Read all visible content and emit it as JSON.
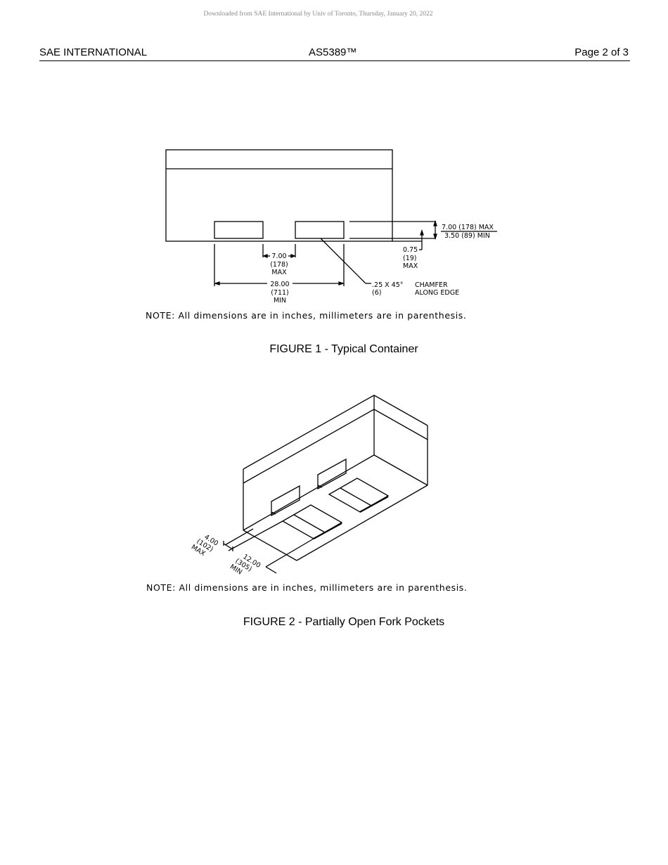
{
  "download_note": "Downloaded from SAE International by Univ of Toronto, Thursday, January 20, 2022",
  "header": {
    "left": "SAE INTERNATIONAL",
    "center": "AS5389™",
    "right": "Page 2 of 3"
  },
  "figure1": {
    "caption": "FIGURE 1 - Typical Container",
    "note": "NOTE: All dimensions are in inches, millimeters are in parenthesis.",
    "dims": {
      "pocket_width": "7.00",
      "pocket_width_mm": "(178)",
      "pocket_width_q": "MAX",
      "pocket_spacing": "28.00",
      "pocket_spacing_mm": "(711)",
      "pocket_spacing_q": "MIN",
      "height_max": "7.00 (178) MAX",
      "height_min": "3.50 (89) MIN",
      "base_offset": "0.75",
      "base_offset_mm": "(19)",
      "base_offset_q": "MAX",
      "chamfer": ".25 X 45°",
      "chamfer_mm": "(6)",
      "chamfer_label_1": "CHAMFER",
      "chamfer_label_2": "ALONG EDGE"
    }
  },
  "figure2": {
    "caption": "FIGURE 2 - Partially Open Fork Pockets",
    "note": "NOTE: All dimensions are in inches, millimeters are in parenthesis.",
    "dims": {
      "opening": "4.00",
      "opening_mm": "(102)",
      "opening_q": "MAX",
      "length": "12.00",
      "length_mm": "(305)",
      "length_q": "MIN"
    }
  }
}
